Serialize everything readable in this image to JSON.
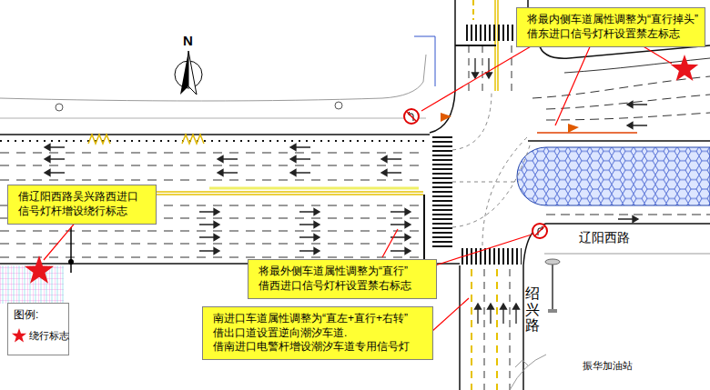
{
  "diagram": {
    "nodes": [
      {
        "text": [
          "将最内侧车道属性调整为“直行掉头” 借东进口信号灯杆设置禁左标志"
        ]
      },
      {
        "text": [
          "借辽阳西路吴兴路西进口 信号灯杆增设绕行标志"
        ]
      },
      {
        "text": [
          "将最外侧车道属性调整为“直行” 借西进口信号灯杆设置禁右标志"
        ]
      },
      {
        "text": [
          "南进口车道属性调整为“直左+直行+右转” 借出口道设置逆向潮汐车道. 借南进口电警杆增设潮汐车道专用信号灯"
        ]
      }
    ],
    "labels": [
      "N",
      "辽阳西路",
      "绍兴路",
      "振华加油站",
      "图例:"
    ],
    "legend": [
      {
        "text": "绕行标志"
      }
    ]
  }
}
